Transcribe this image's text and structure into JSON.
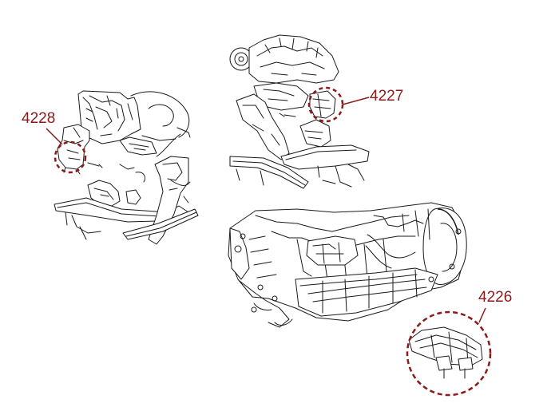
{
  "diagram": {
    "accent_color": "#8b1a1a",
    "line_color": "#1a1a1a",
    "callouts": [
      {
        "id": "4228",
        "label": "4228"
      },
      {
        "id": "4227",
        "label": "4227"
      },
      {
        "id": "4226",
        "label": "4226"
      }
    ]
  }
}
